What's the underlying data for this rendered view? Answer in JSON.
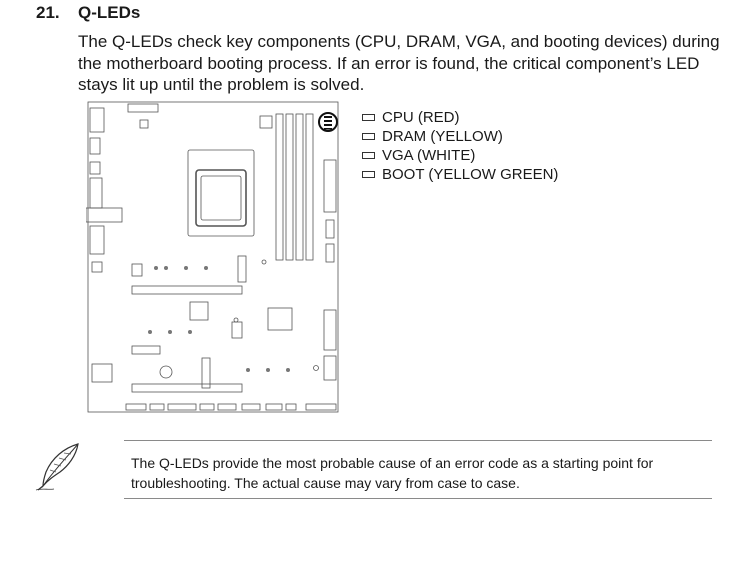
{
  "section": {
    "number": "21.",
    "title": "Q-LEDs",
    "description_lines": [
      "The Q-LEDs check key components (CPU, DRAM, VGA, and booting devices) during",
      "the motherboard booting process. If an error is found, the critical component’s LED",
      "stays lit up until the problem is solved."
    ]
  },
  "legend": [
    {
      "label": "CPU (RED)"
    },
    {
      "label": "DRAM (YELLOW)"
    },
    {
      "label": "VGA (WHITE)"
    },
    {
      "label": "BOOT (YELLOW GREEN)"
    }
  ],
  "note": {
    "icon": "feather-quill-icon",
    "lines": [
      "The Q-LEDs provide the most probable cause of an error code as a starting point for",
      "troubleshooting. The actual cause may vary from case to case."
    ]
  }
}
